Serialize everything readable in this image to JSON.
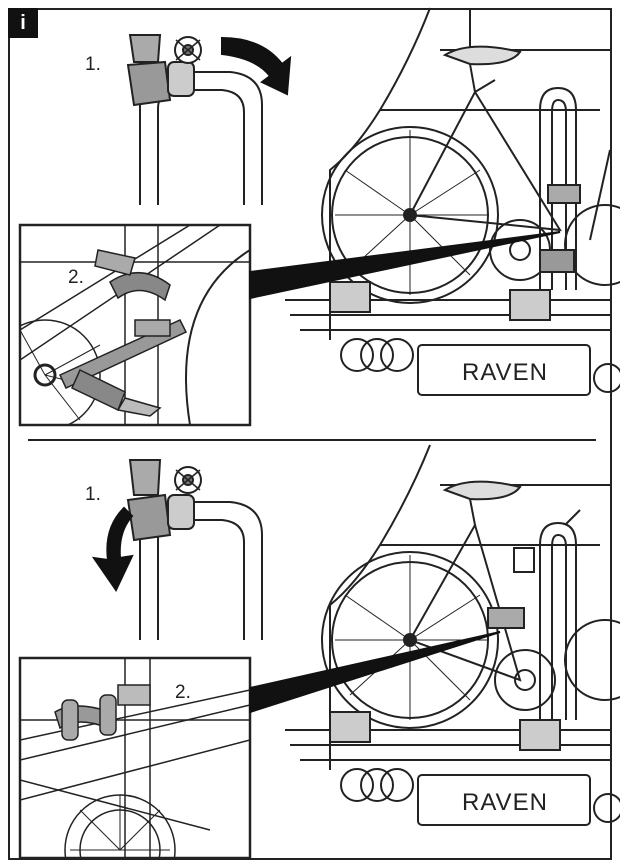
{
  "badge": "i",
  "top": {
    "step1": "1.",
    "step2": "2.",
    "plate": "RAVEN"
  },
  "bottom": {
    "step1": "1.",
    "step2": "2.",
    "plate": "RAVEN"
  }
}
